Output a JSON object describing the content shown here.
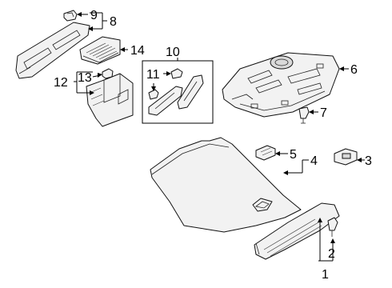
{
  "callouts": {
    "c1": "1",
    "c2": "2",
    "c3": "3",
    "c4": "4",
    "c5": "5",
    "c6": "6",
    "c7": "7",
    "c8": "8",
    "c9": "9",
    "c10": "10",
    "c11": "11",
    "c12": "12",
    "c13": "13",
    "c14": "14"
  },
  "colors": {
    "line": "#000000",
    "part_fill": "#f2f2f2",
    "background": "#ffffff"
  }
}
